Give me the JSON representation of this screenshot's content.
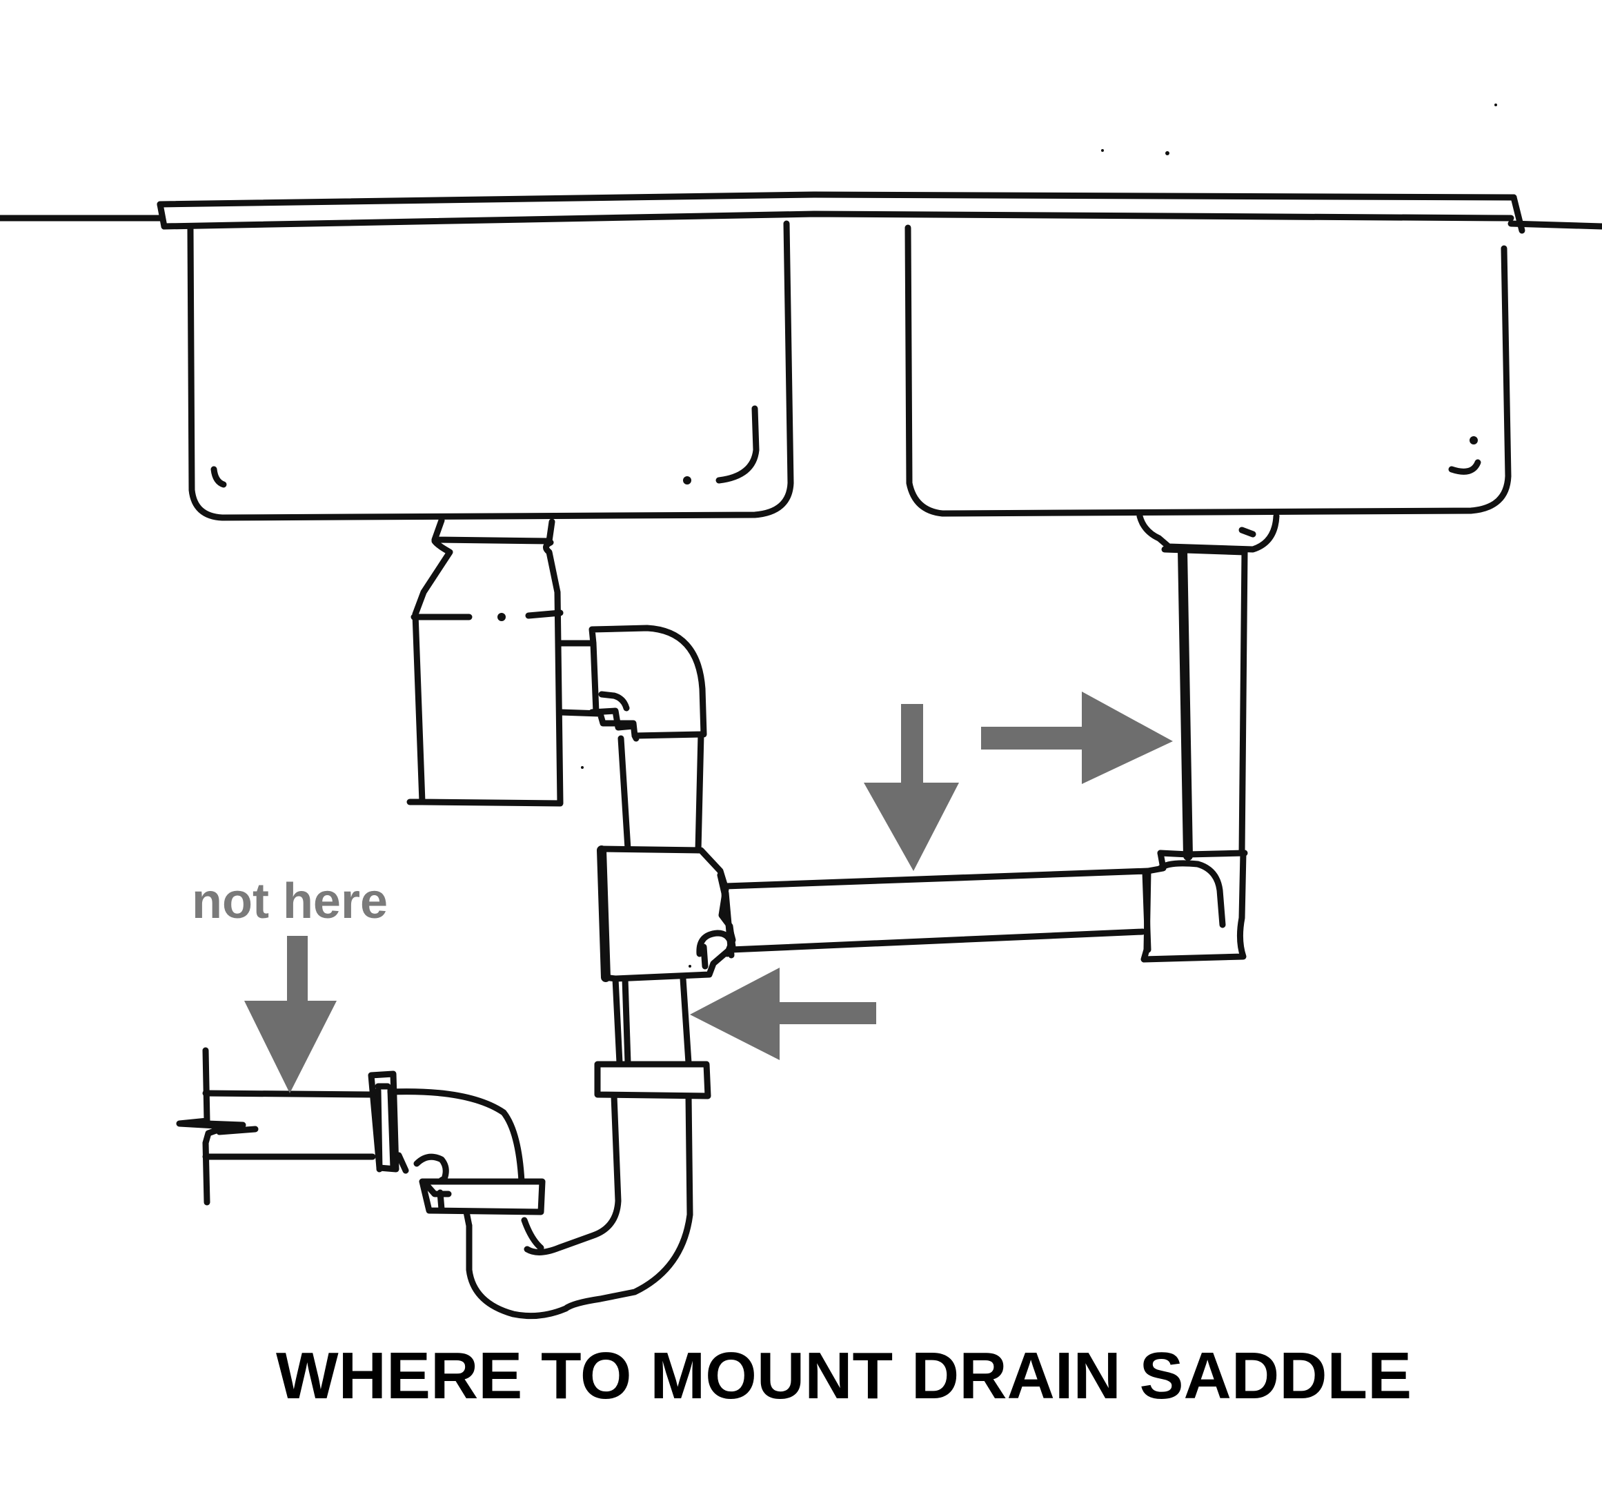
{
  "title": "WHERE TO MOUNT DRAIN SADDLE",
  "annotation_not_here": "not here",
  "colors": {
    "ink": "#111111",
    "arrow": "#6e6e6e",
    "annotation": "#7a7a7a",
    "background": "#ffffff"
  },
  "arrow_meanings": [
    "mount-here",
    "mount-here",
    "mount-here",
    "not-here"
  ]
}
